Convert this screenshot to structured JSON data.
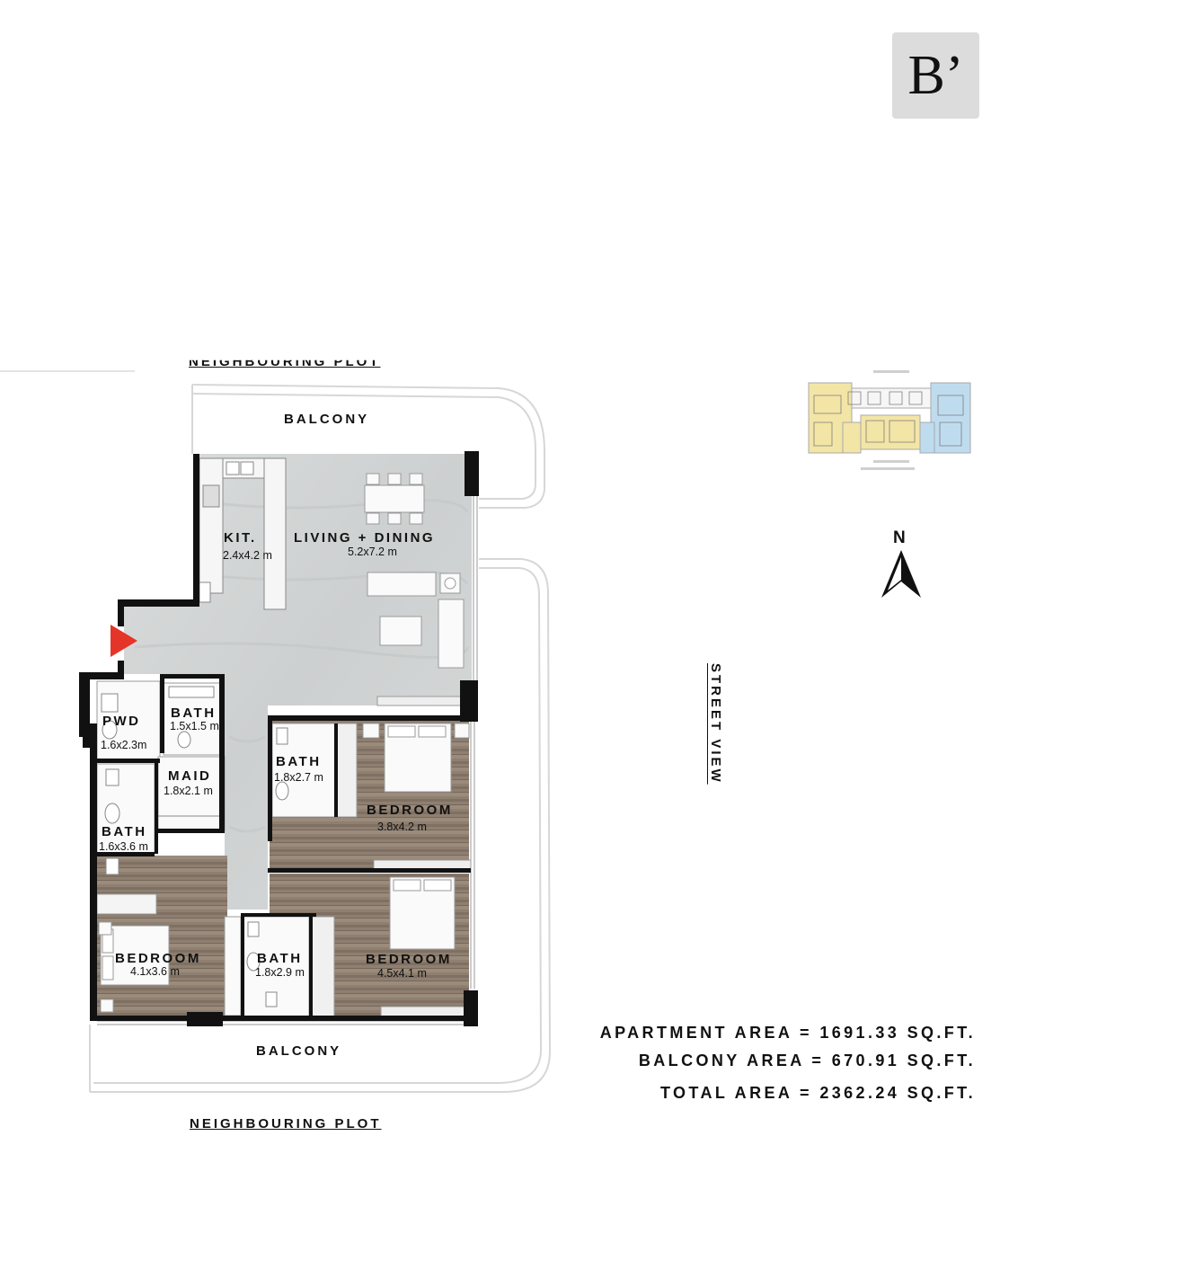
{
  "unit_badge": "B’",
  "plot": {
    "top_label": "NEIGHBOURING PLOT",
    "bottom_label": "NEIGHBOURING PLOT",
    "street_label": "STREET VIEW"
  },
  "balconies": {
    "top": "BALCONY",
    "bottom": "BALCONY"
  },
  "rooms": {
    "kitchen": {
      "name": "KIT.",
      "dims": "2.4x4.2 m"
    },
    "living": {
      "name": "LIVING + DINING",
      "dims": "5.2x7.2 m"
    },
    "pwd": {
      "name": "PWD",
      "dims": "1.6x2.3m"
    },
    "bath_small": {
      "name": "BATH",
      "dims": "1.5x1.5 m"
    },
    "maid": {
      "name": "MAID",
      "dims": "1.8x2.1 m"
    },
    "bath_left": {
      "name": "BATH",
      "dims": "1.6x3.6 m"
    },
    "bath_center": {
      "name": "BATH",
      "dims": "1.8x2.7 m"
    },
    "bedroom_right_top": {
      "name": "BEDROOM",
      "dims": "3.8x4.2 m"
    },
    "bedroom_left": {
      "name": "BEDROOM",
      "dims": "4.1x3.6 m"
    },
    "bath_bottom": {
      "name": "BATH",
      "dims": "1.8x2.9 m"
    },
    "bedroom_right_bottom": {
      "name": "BEDROOM",
      "dims": "4.5x4.1 m"
    }
  },
  "areas": {
    "apartment": "APARTMENT AREA = 1691.33 SQ.FT.",
    "balcony": "BALCONY AREA = 670.91 SQ.FT.",
    "total": "TOTAL AREA = 2362.24 SQ.FT."
  },
  "compass": {
    "label": "N",
    "icon": "north-arrow-icon"
  },
  "key_plan": {
    "icon": "key-plan-thumbnail",
    "highlight_colors": [
      "#f3e5a6",
      "#bfdcef"
    ]
  },
  "entry_marker": {
    "icon": "entry-arrow-icon",
    "color": "#e53528"
  },
  "colors": {
    "wall": "#111111",
    "tile": "#d4d6d6",
    "wood": "#8d7d6e"
  }
}
